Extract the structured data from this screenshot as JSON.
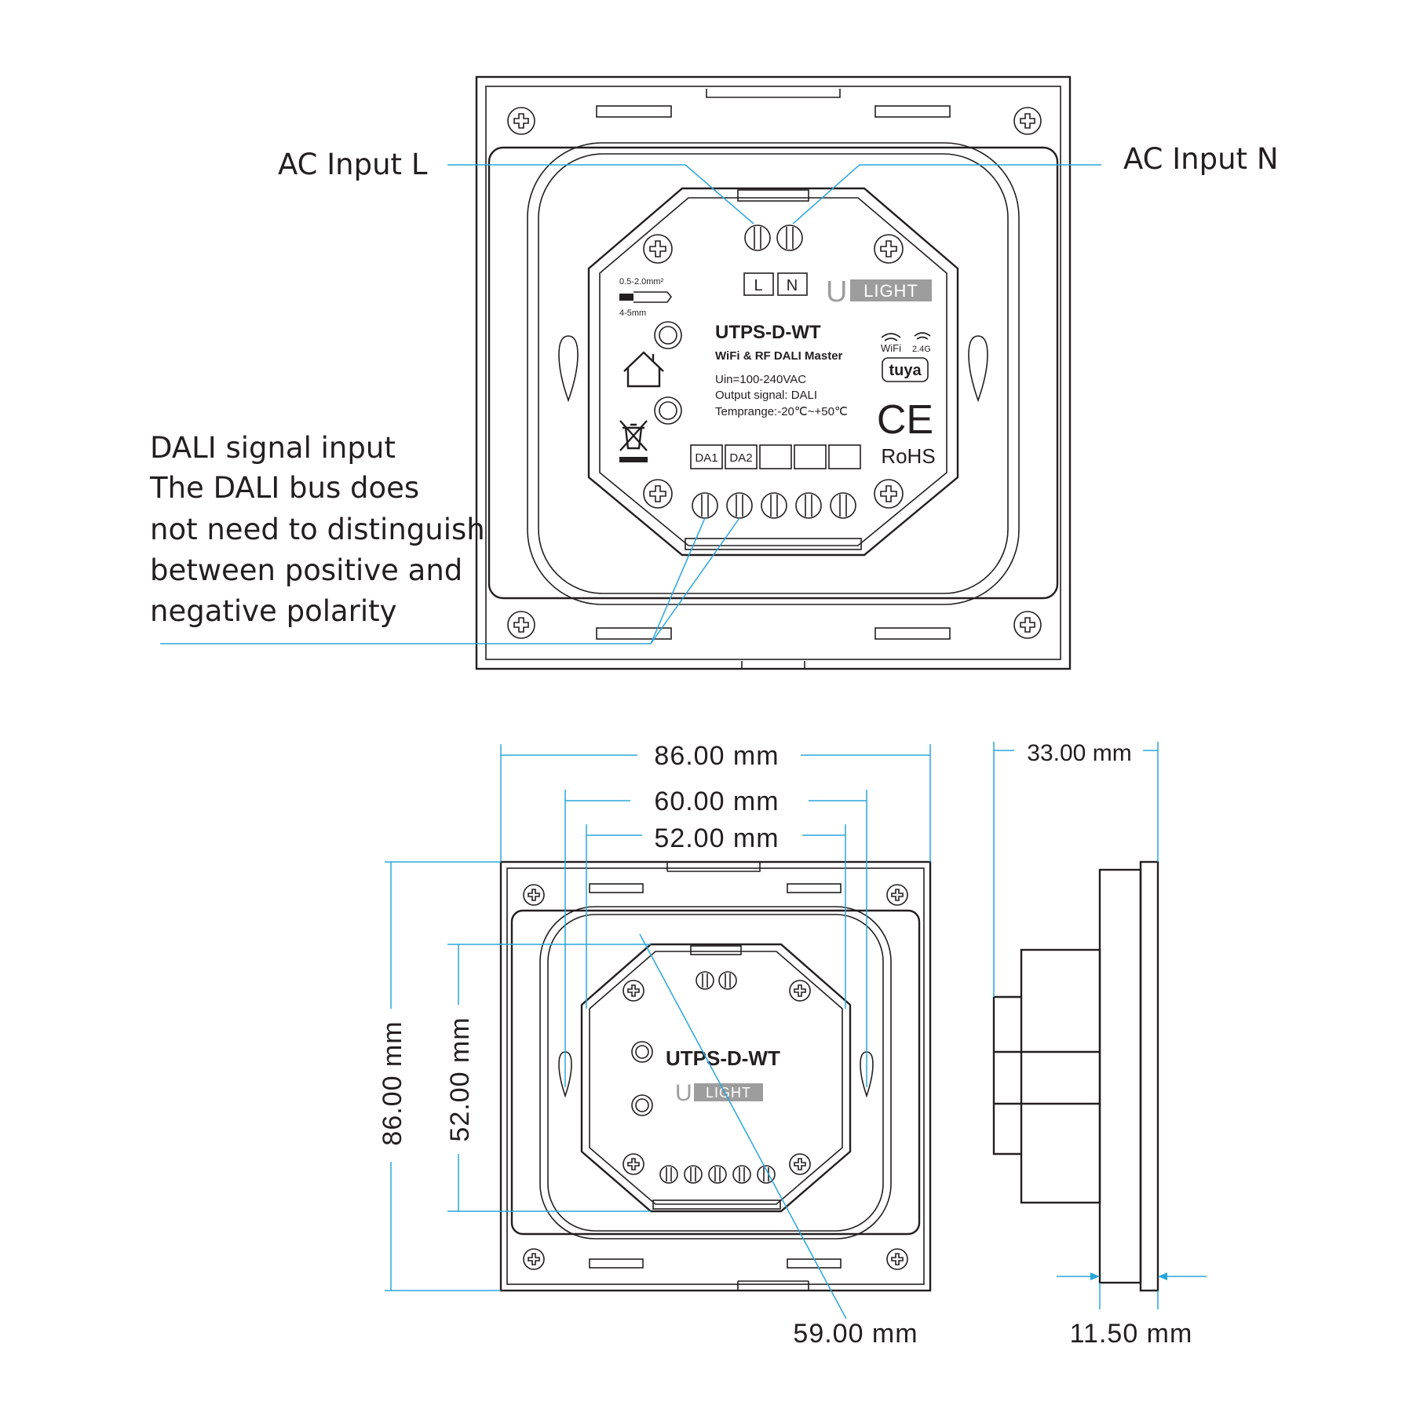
{
  "product": {
    "model": "UTPS-D-WT",
    "description": "WiFi & RF DALI Master",
    "brand_u": "U",
    "brand_light": "LIGHT",
    "spec_input": "Uin=100-240VAC",
    "spec_output": "Output signal: DALI",
    "spec_temp": "Temprange:-20℃~+50℃",
    "wire_gauge": "0.5-2.0mm²",
    "strip_length": "4-5mm",
    "terminal_l": "L",
    "terminal_n": "N",
    "terminal_da1": "DA1",
    "terminal_da2": "DA2",
    "wifi_label": "WiFi",
    "band_label": "2.4G",
    "tuya_label": "tuya",
    "ce_mark": "CE",
    "rohs_label": "RoHS"
  },
  "annotations": {
    "ac_input_l": "AC Input L",
    "ac_input_n": "AC Input N",
    "dali_lines": [
      "DALI signal input",
      "The DALI bus does",
      "not need to distinguish",
      "between positive and",
      "negative polarity"
    ]
  },
  "dimensions": {
    "outer_width": "86.00 mm",
    "mount_width": "60.00 mm",
    "box_width": "52.00 mm",
    "depth": "33.00 mm",
    "outer_height": "86.00 mm",
    "box_height": "52.00 mm",
    "diagonal": "59.00 mm",
    "plate_thickness": "11.50 mm"
  },
  "colors": {
    "line": "#231f20",
    "dimension": "#2aa5dc",
    "logo_gray": "#9d9d9d"
  }
}
